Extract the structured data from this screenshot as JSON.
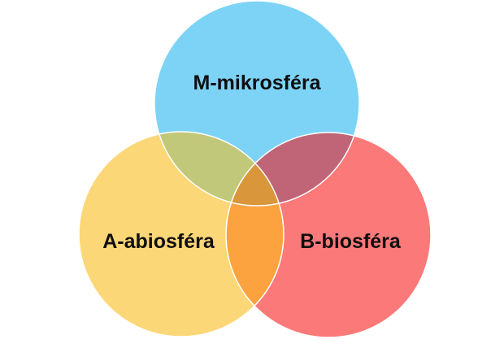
{
  "diagram": {
    "type": "venn-3",
    "sets": [
      {
        "id": "m",
        "label": "M-mikrosféra",
        "color": "#7dd3f5"
      },
      {
        "id": "a",
        "label": "A-abiosféra",
        "color": "#fcd777"
      },
      {
        "id": "b",
        "label": "B-biosféra",
        "color": "#fb7979"
      }
    ],
    "intersections": [
      {
        "sets": [
          "m",
          "a"
        ],
        "color": "#c2c879"
      },
      {
        "sets": [
          "m",
          "b"
        ],
        "color": "#c06577"
      },
      {
        "sets": [
          "a",
          "b"
        ],
        "color": "#fca23f"
      },
      {
        "sets": [
          "m",
          "a",
          "b"
        ],
        "color": "#d9963a"
      }
    ]
  }
}
